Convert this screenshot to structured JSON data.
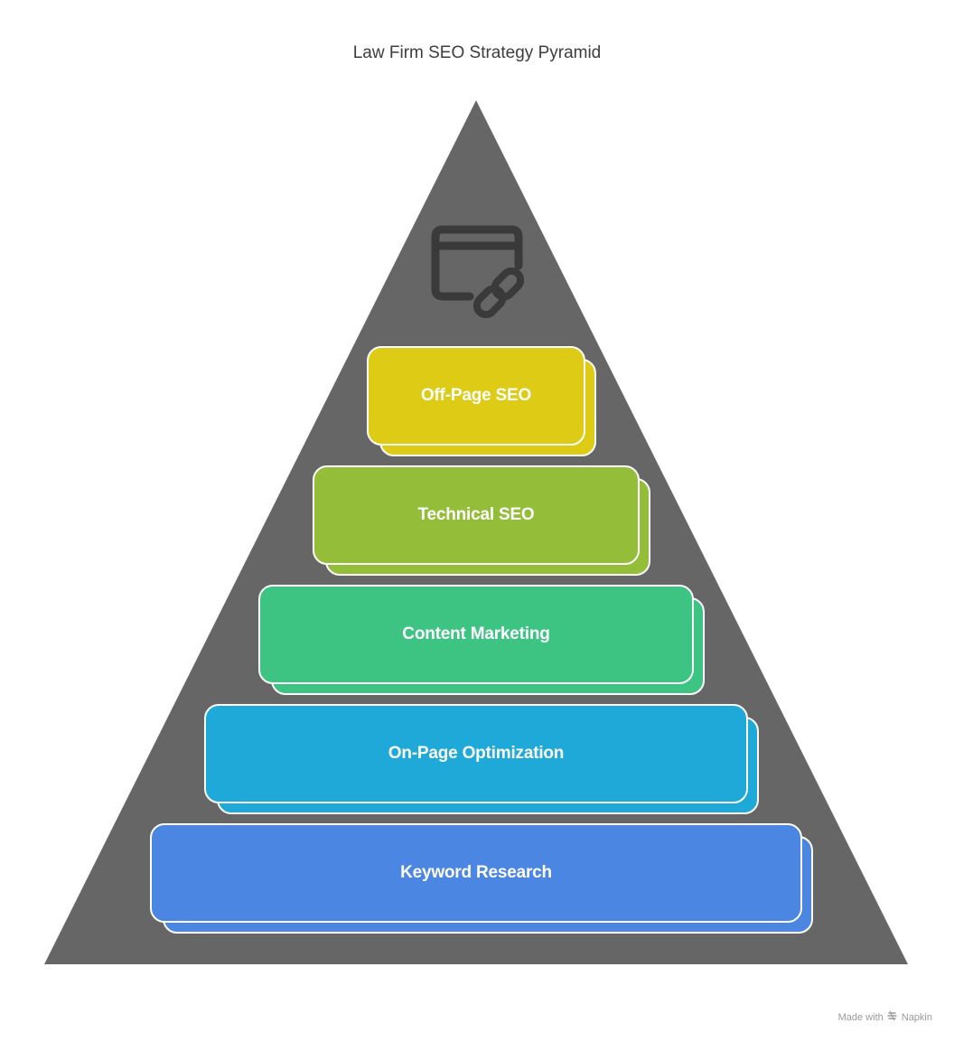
{
  "title": "Law Firm SEO Strategy Pyramid",
  "pyramid_color": "#666666",
  "icon": "browser-link-icon",
  "tiers": [
    {
      "label": "Off-Page SEO",
      "color": "#DDCB16"
    },
    {
      "label": "Technical SEO",
      "color": "#94BE3A"
    },
    {
      "label": "Content Marketing",
      "color": "#3DC483"
    },
    {
      "label": "On-Page Optimization",
      "color": "#1FA9D9"
    },
    {
      "label": "Keyword Research",
      "color": "#4B86E3"
    }
  ],
  "footer": {
    "made_with": "Made with",
    "brand": "Napkin",
    "brand_icon": "napkin-logo-icon"
  }
}
